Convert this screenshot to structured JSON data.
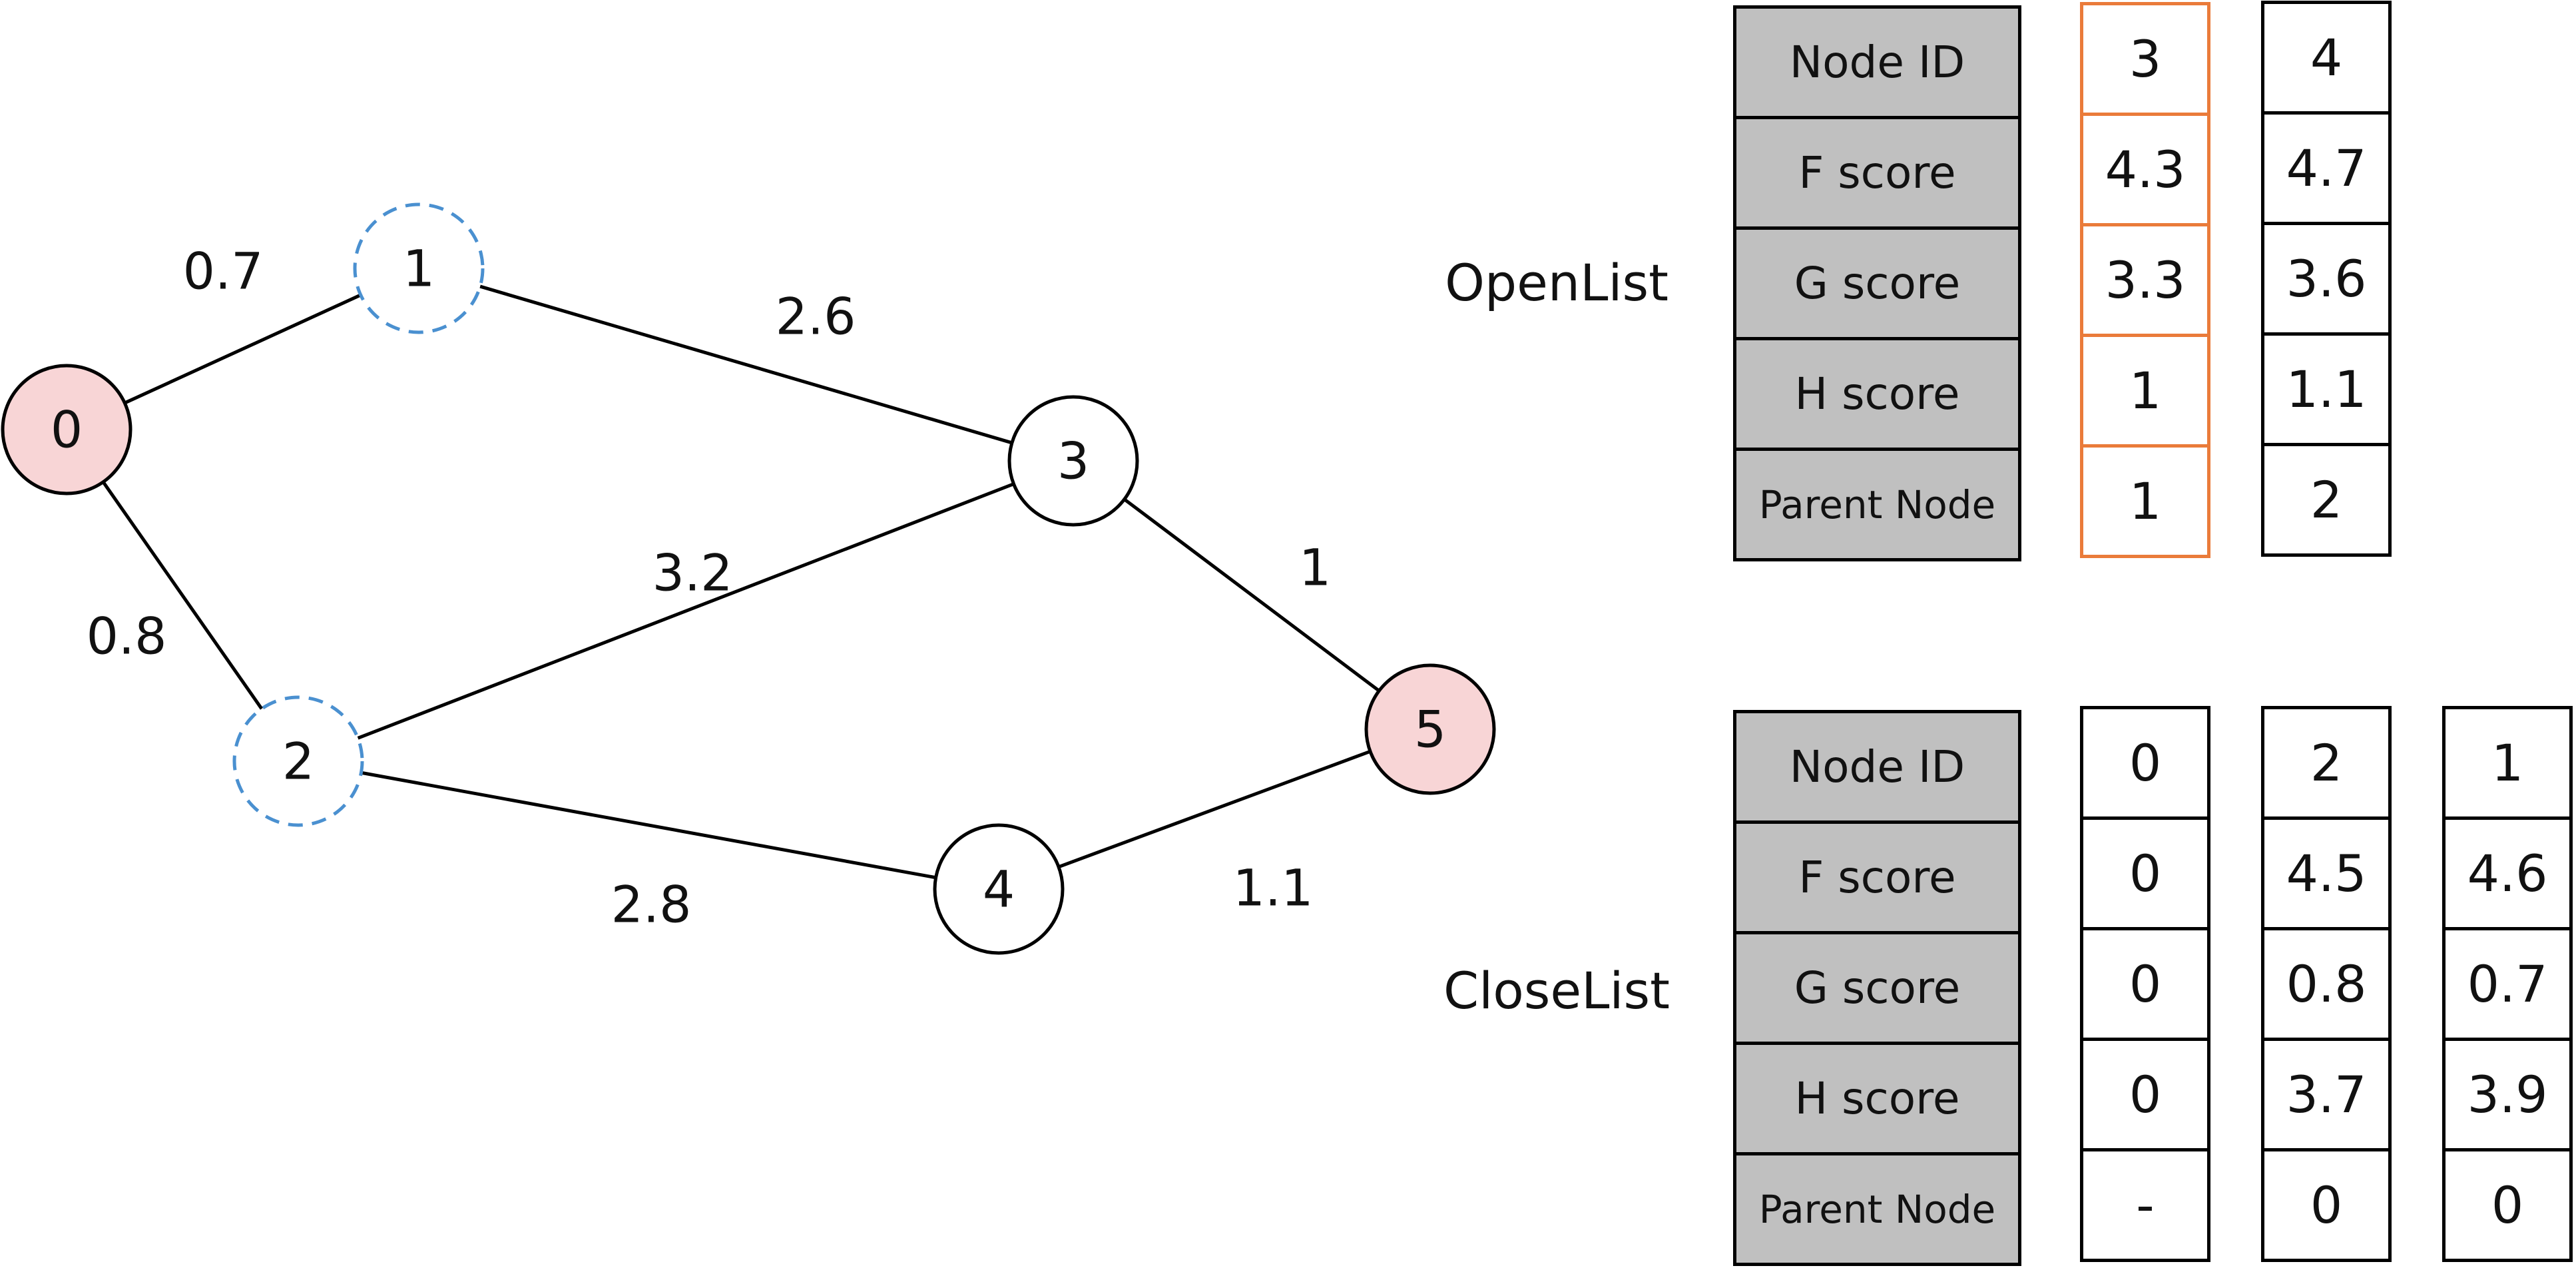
{
  "graph": {
    "nodes": [
      {
        "id": "0",
        "style": "endpoint"
      },
      {
        "id": "1",
        "style": "dashed"
      },
      {
        "id": "2",
        "style": "dashed"
      },
      {
        "id": "3",
        "style": "plain"
      },
      {
        "id": "4",
        "style": "plain"
      },
      {
        "id": "5",
        "style": "endpoint"
      }
    ],
    "edges": [
      {
        "from": "0",
        "to": "1",
        "weight": "0.7"
      },
      {
        "from": "0",
        "to": "2",
        "weight": "0.8"
      },
      {
        "from": "1",
        "to": "3",
        "weight": "2.6"
      },
      {
        "from": "2",
        "to": "3",
        "weight": "3.2"
      },
      {
        "from": "2",
        "to": "4",
        "weight": "2.8"
      },
      {
        "from": "3",
        "to": "5",
        "weight": "1"
      },
      {
        "from": "4",
        "to": "5",
        "weight": "1.1"
      }
    ],
    "colors": {
      "endpoint_fill": "#f8d5d6",
      "dashed_stroke": "#4a90d0",
      "highlight_border": "#ea7b3a",
      "header_fill": "#c0c0c0"
    }
  },
  "open_list": {
    "label": "OpenList",
    "row_headers": [
      "Node ID",
      "F score",
      "G score",
      "H score",
      "Parent Node"
    ],
    "columns": [
      {
        "values": [
          "3",
          "4.3",
          "3.3",
          "1",
          "1"
        ],
        "highlighted": true
      },
      {
        "values": [
          "4",
          "4.7",
          "3.6",
          "1.1",
          "2"
        ],
        "highlighted": false
      }
    ]
  },
  "close_list": {
    "label": "CloseList",
    "row_headers": [
      "Node ID",
      "F score",
      "G score",
      "H score",
      "Parent Node"
    ],
    "columns": [
      {
        "values": [
          "0",
          "0",
          "0",
          "0",
          "-"
        ],
        "highlighted": false
      },
      {
        "values": [
          "2",
          "4.5",
          "0.8",
          "3.7",
          "0"
        ],
        "highlighted": false
      },
      {
        "values": [
          "1",
          "4.6",
          "0.7",
          "3.9",
          "0"
        ],
        "highlighted": false
      }
    ]
  }
}
